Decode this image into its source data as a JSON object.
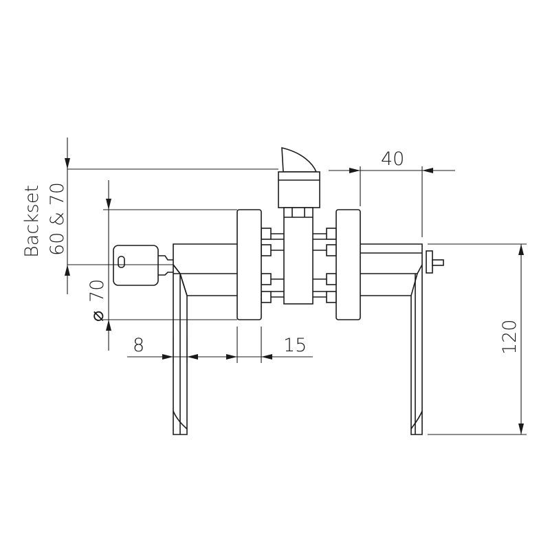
{
  "dimensions": {
    "backset_line1": "Backset",
    "backset_line2": "60 & 70",
    "rose_diameter_symbol": "⌀",
    "rose_diameter_value": "70",
    "lever_depth": "8",
    "rose_thickness": "15",
    "lever_projection": "40",
    "lever_length": "120"
  },
  "colors": {
    "line": "#1a1a1a",
    "background": "#ffffff"
  },
  "icons": {
    "key": "key-icon",
    "latch": "latch-bolt-icon"
  }
}
